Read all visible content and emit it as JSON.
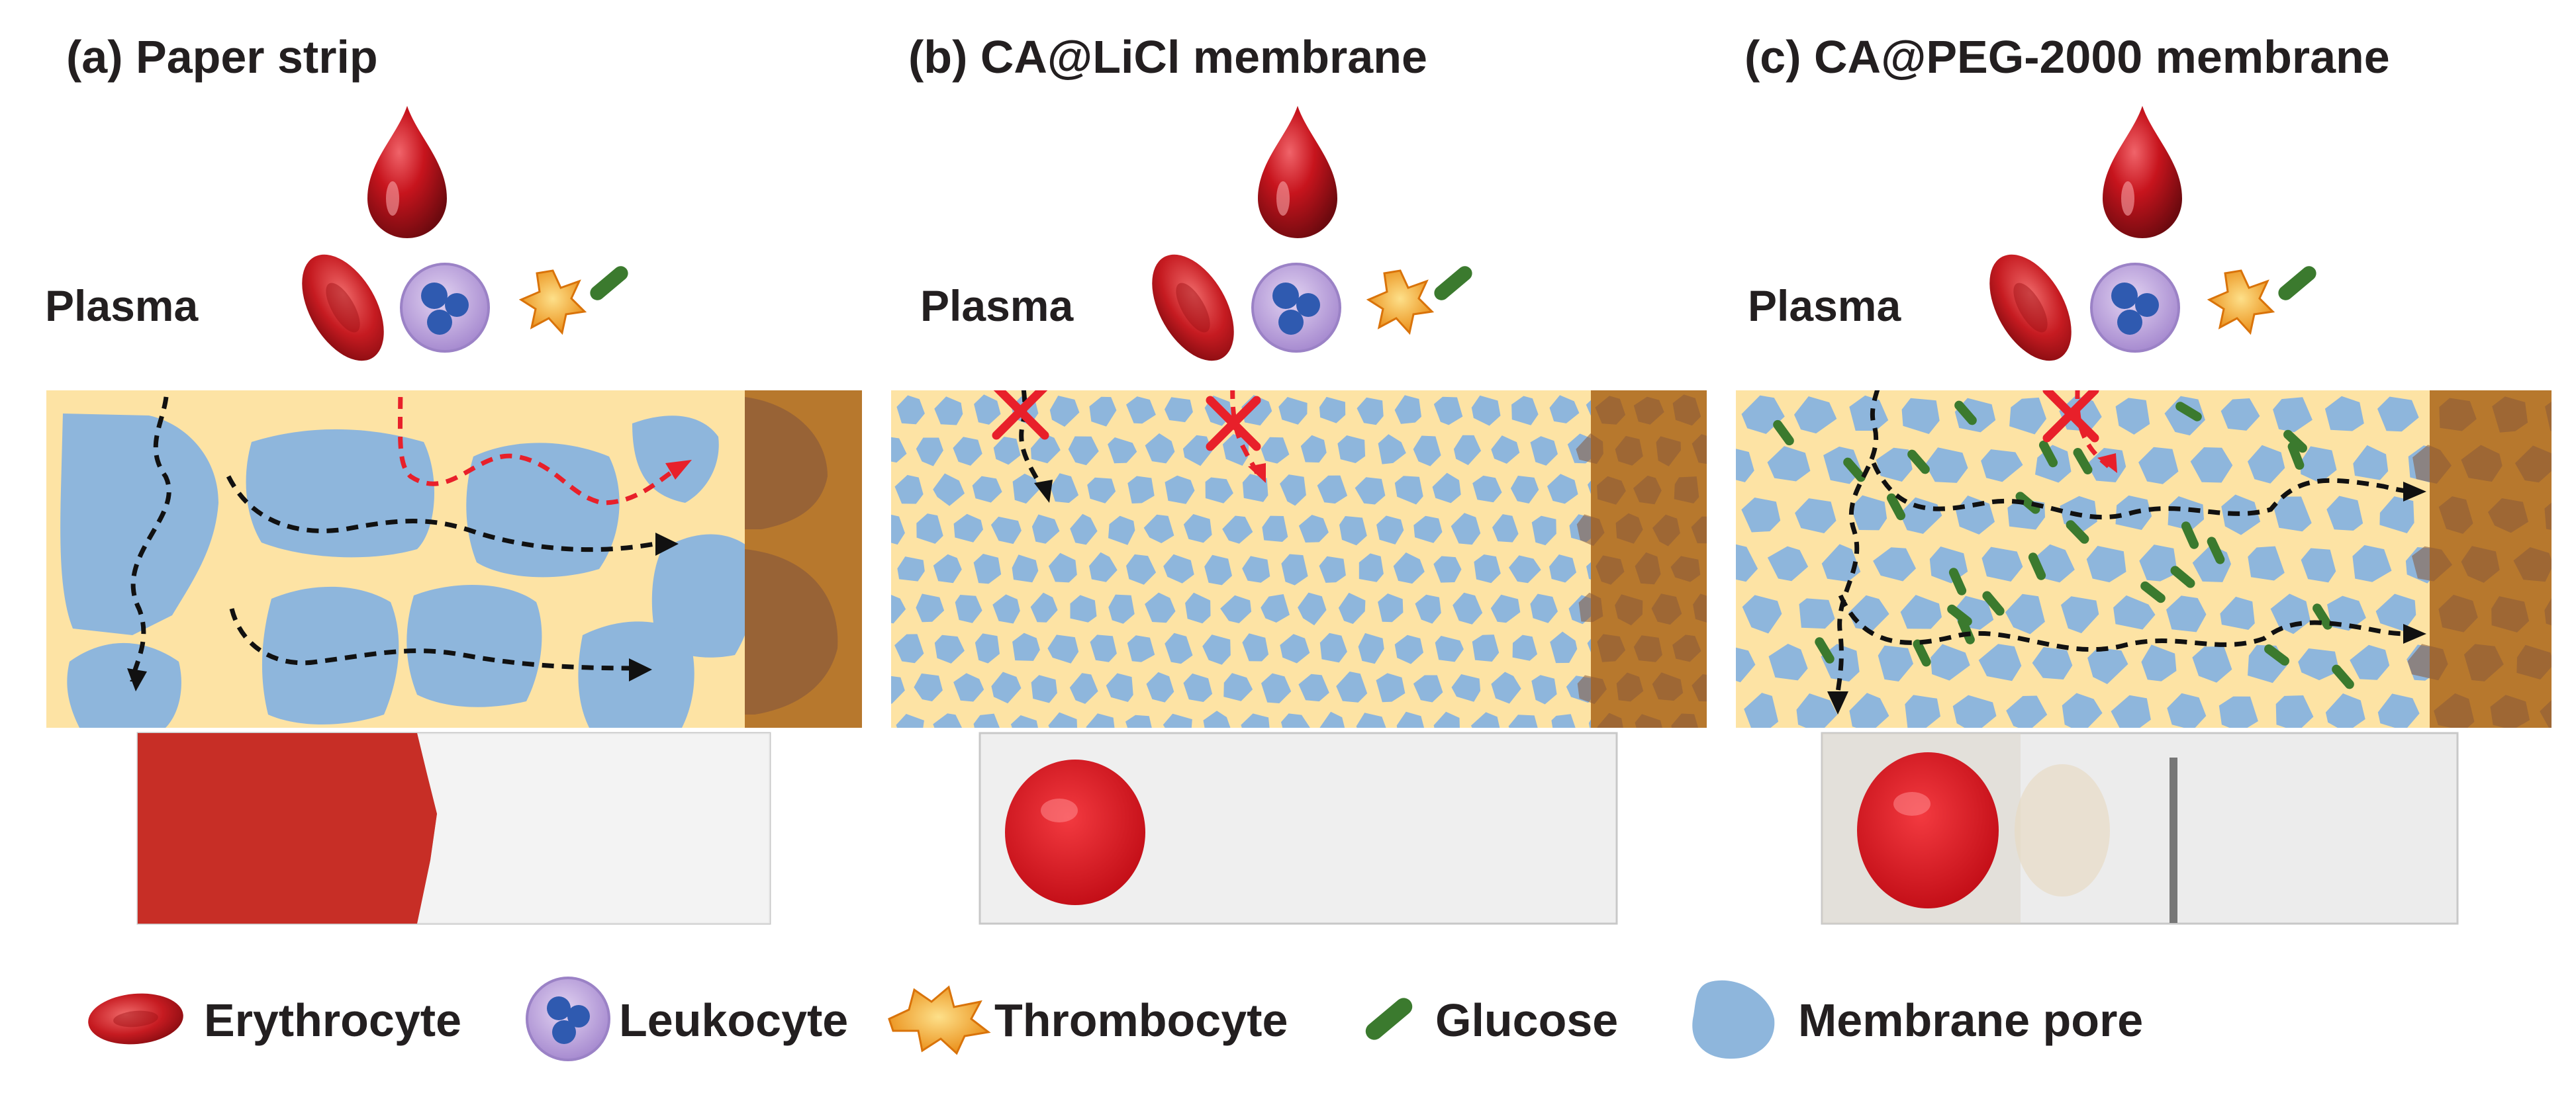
{
  "panels": [
    {
      "title": "(a) Paper strip",
      "plasma_label": "Plasma"
    },
    {
      "title": "(b) CA@LiCl membrane",
      "plasma_label": "Plasma"
    },
    {
      "title": "(c) CA@PEG-2000 membrane",
      "plasma_label": "Plasma"
    }
  ],
  "legend": {
    "erythrocyte": "Erythrocyte",
    "leukocyte": "Leukocyte",
    "thrombocyte": "Thrombocyte",
    "glucose": "Glucose",
    "membrane_pore": "Membrane pore"
  },
  "colors": {
    "background_strip": "#fde3a4",
    "pore": "#8eb6dc",
    "absorbent_pad": "#b7782d",
    "blood": "#c7141d",
    "glucose": "#3b7a2e",
    "blocked_x": "#e8202a"
  },
  "icons": [
    "blood-drop-icon",
    "erythrocyte-icon",
    "leukocyte-icon",
    "thrombocyte-icon",
    "glucose-icon",
    "blocked-x-icon",
    "membrane-pore-icon"
  ]
}
